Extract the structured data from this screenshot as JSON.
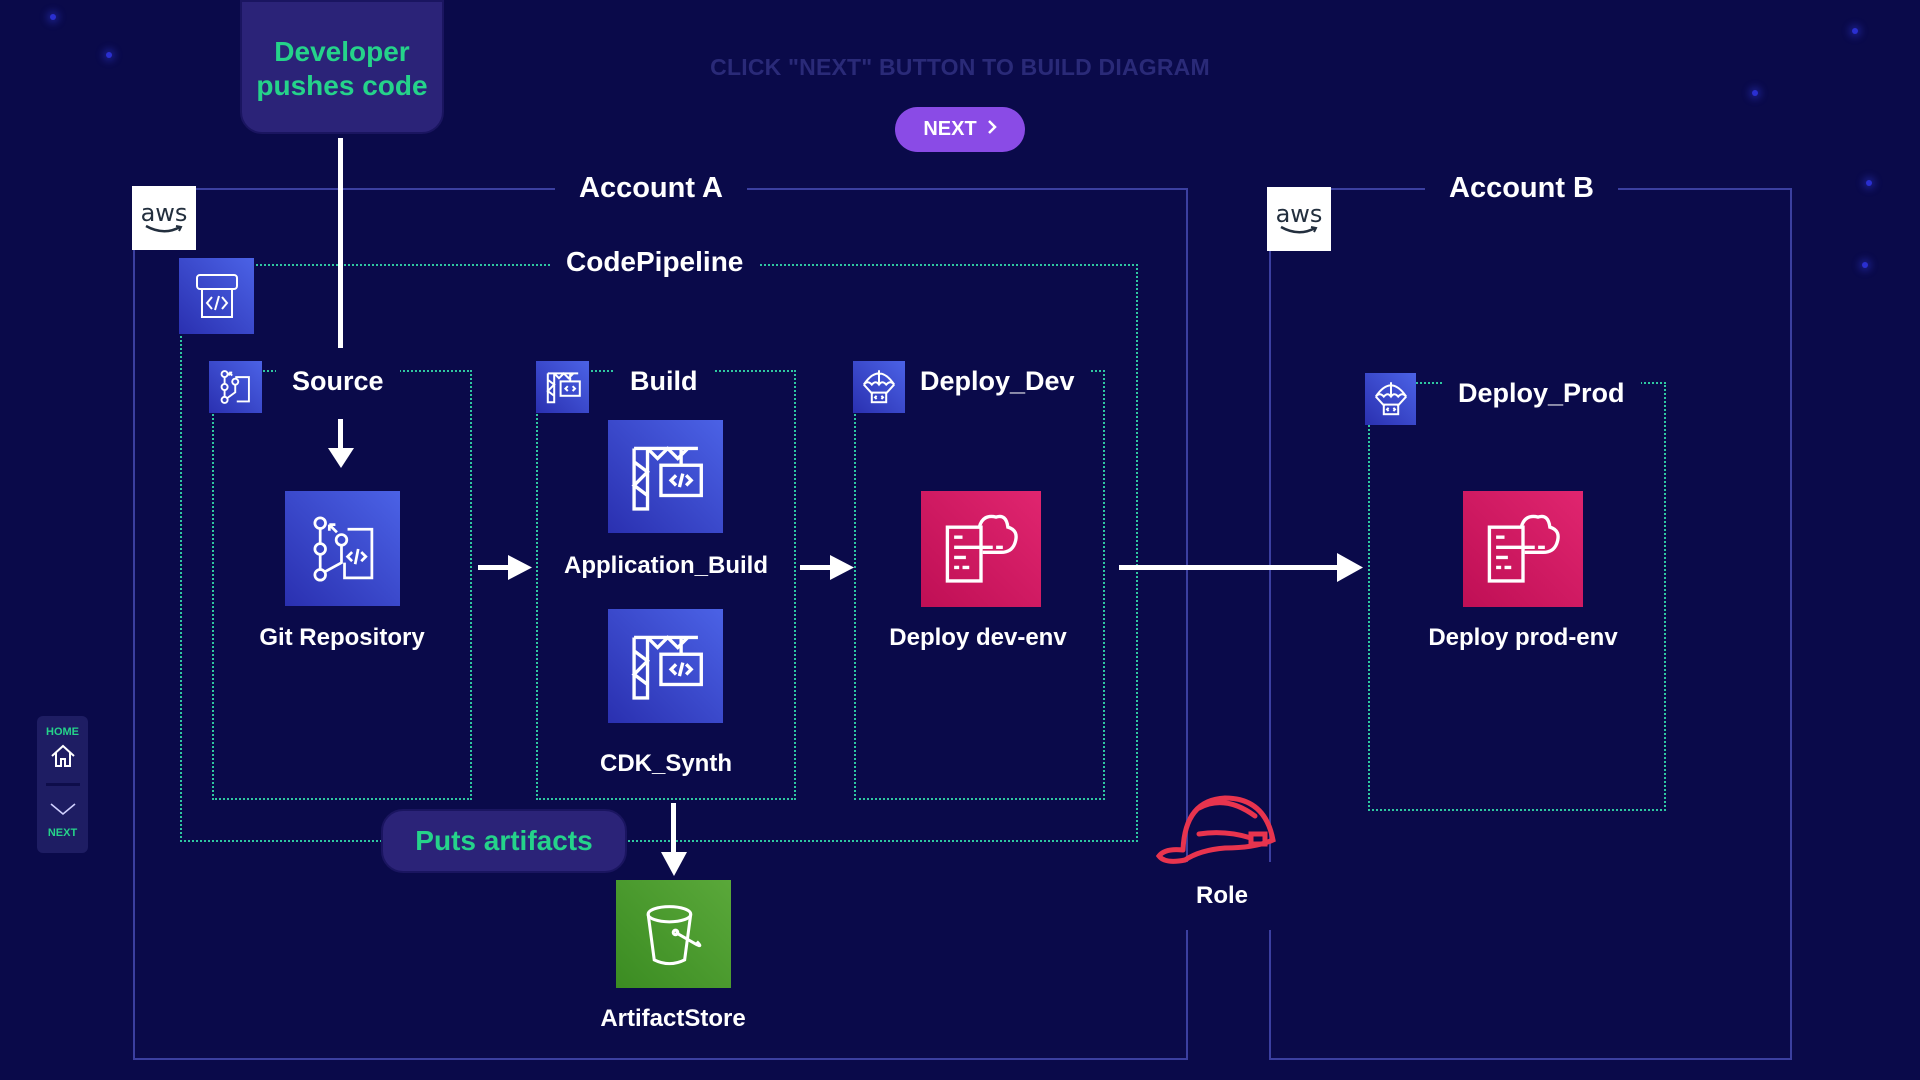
{
  "header": {
    "hint": "CLICK \"NEXT\" BUTTON TO BUILD DIAGRAM",
    "next_button": "NEXT"
  },
  "callouts": {
    "developer": "Developer pushes code",
    "artifacts": "Puts artifacts"
  },
  "accounts": {
    "a": {
      "title": "Account A",
      "logo": "aws"
    },
    "b": {
      "title": "Account B",
      "logo": "aws"
    }
  },
  "pipeline": {
    "title": "CodePipeline",
    "icon": "codepipeline-icon"
  },
  "stages": {
    "source": {
      "title": "Source",
      "icon": "codecommit-icon"
    },
    "build": {
      "title": "Build",
      "icon": "codebuild-icon"
    },
    "deploy_dev": {
      "title": "Deploy_Dev",
      "icon": "codedeploy-icon"
    },
    "deploy_prod": {
      "title": "Deploy_Prod",
      "icon": "codedeploy-icon"
    }
  },
  "services": {
    "git": "Git Repository",
    "app_build": "Application_Build",
    "cdk_synth": "CDK_Synth",
    "deploy_dev_env": "Deploy dev-env",
    "deploy_prod_env": "Deploy prod-env",
    "artifact_store": "ArtifactStore",
    "role": "Role"
  },
  "nav": {
    "home": "HOME",
    "next": "NEXT"
  },
  "colors": {
    "background": "#0a0a4a",
    "accent_green": "#25d38a",
    "button_purple": "#8a4be6",
    "role_red": "#e8344e"
  }
}
